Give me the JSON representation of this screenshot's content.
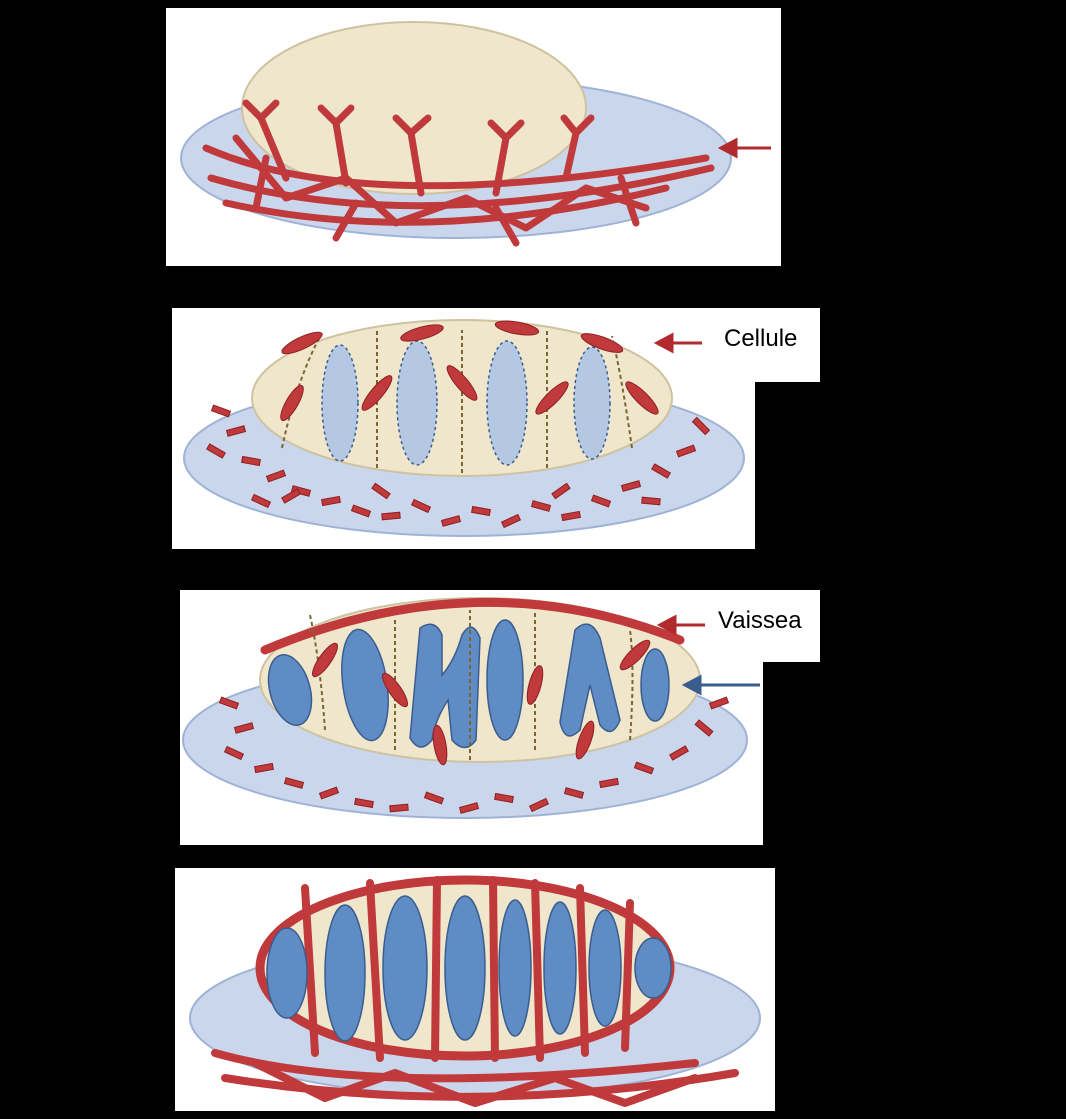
{
  "colors": {
    "background": "#000000",
    "panel": "#ffffff",
    "tissue_outer": "#c9d6ec",
    "tissue_edge": "#9fb3d6",
    "organ": "#efe6cc",
    "organ_edge": "#cfc2a0",
    "vessel": "#c0393b",
    "vessel_dark": "#8e1f22",
    "cyst": "#5f8cc4",
    "cyst_light": "#b4c8e4",
    "migration_arrow": "#7a6633",
    "pointer_red": "#b02a2e",
    "pointer_blue": "#3a5d8f"
  },
  "stages": [
    {
      "id": "stage-1",
      "content": "branching-vessels"
    },
    {
      "id": "stage-2",
      "content": "migrating-cells"
    },
    {
      "id": "stage-3",
      "content": "forming-capillaries"
    },
    {
      "id": "stage-4",
      "content": "mature-vascular-network"
    }
  ],
  "labels": {
    "stage2": "Cellule",
    "stage3": "Vaissea"
  },
  "icons": {
    "down_arrow": "down-arrow-icon",
    "red_pointer": "red-pointer-arrow-icon",
    "blue_pointer": "blue-pointer-arrow-icon"
  }
}
